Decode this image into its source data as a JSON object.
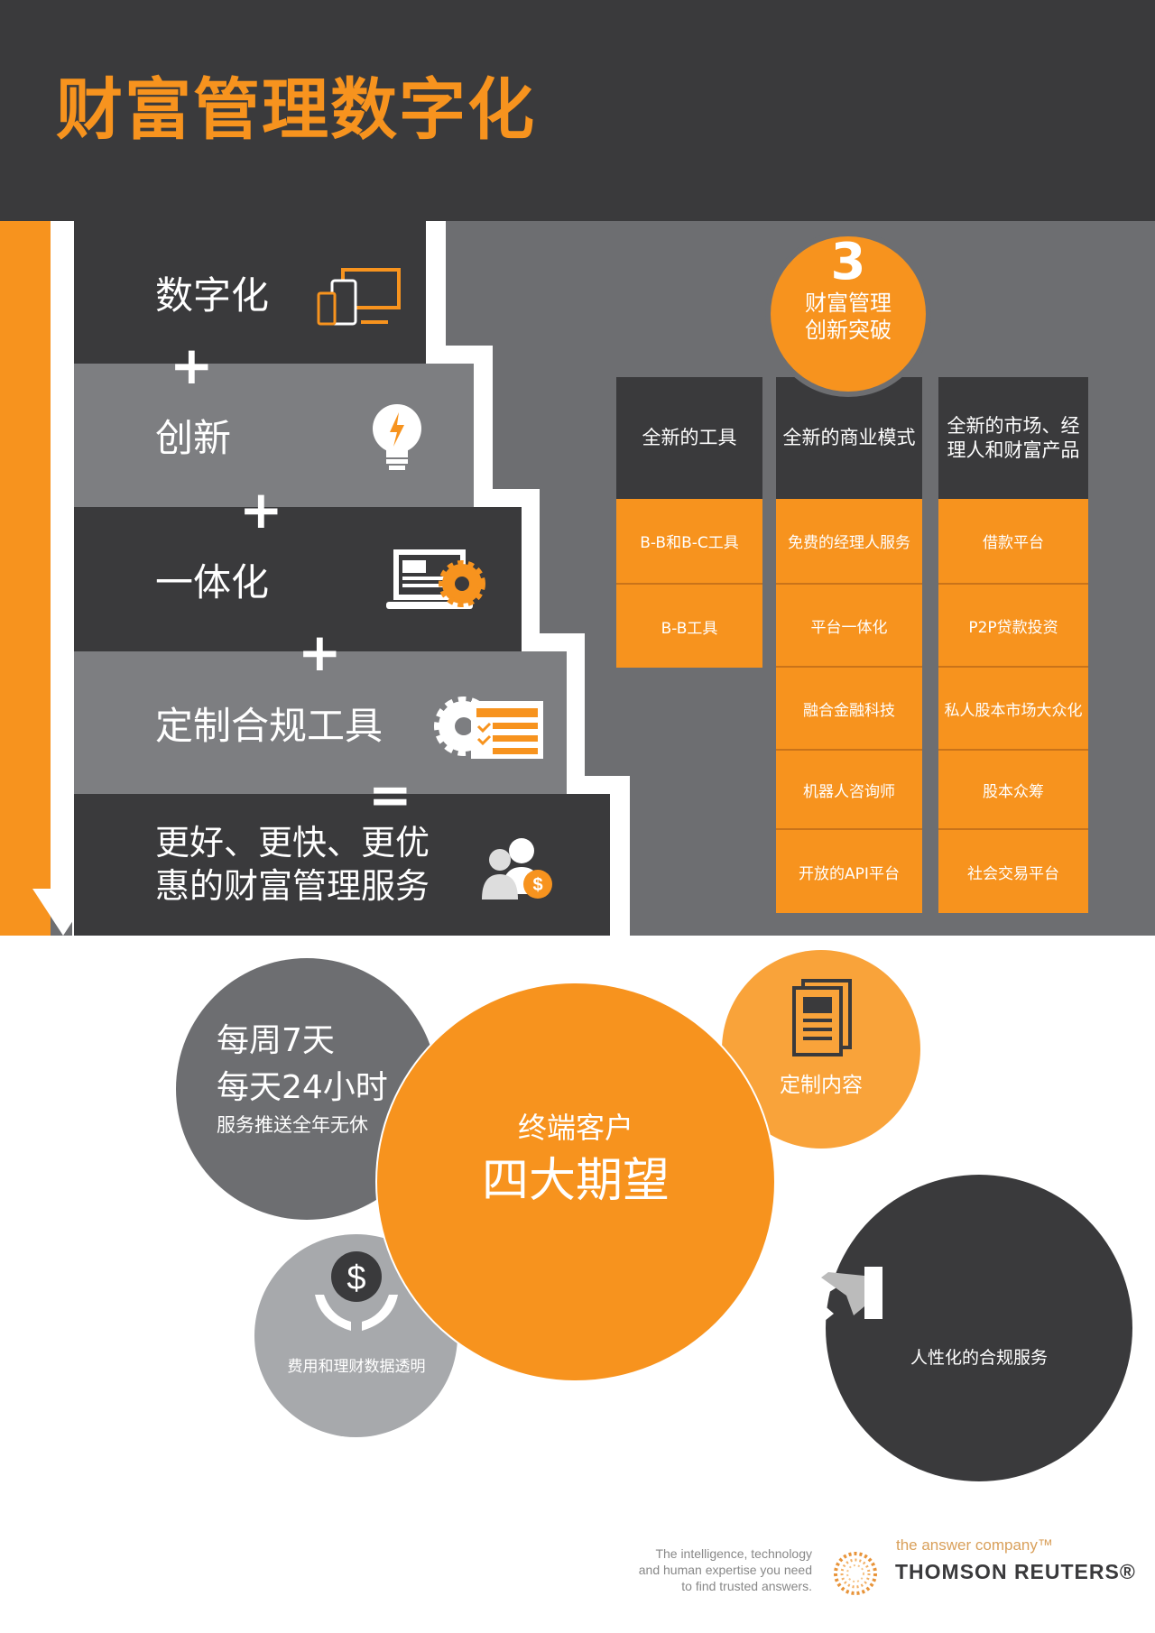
{
  "title": "财富管理数字化",
  "steps": [
    {
      "label": "数字化",
      "icon": "devices-icon"
    },
    {
      "label": "创新",
      "icon": "lightbulb-icon"
    },
    {
      "label": "一体化",
      "icon": "laptop-gear-icon"
    },
    {
      "label": "定制合规工具",
      "icon": "gear-checklist-icon"
    },
    {
      "label_line1": "更好、更快、更优",
      "label_line2": "惠的财富管理服务",
      "icon": "users-dollar-icon"
    }
  ],
  "operators": [
    "+",
    "+",
    "+",
    "="
  ],
  "badge": {
    "number": "3",
    "line1": "财富管理",
    "line2": "创新突破"
  },
  "columns": [
    {
      "header": "全新的工具",
      "items": [
        "B-B和B-C工具",
        "B-B工具"
      ]
    },
    {
      "header": "全新的商业模式",
      "items": [
        "免费的经理人服务",
        "平台一体化",
        "融合金融科技",
        "机器人咨询师",
        "开放的API平台"
      ]
    },
    {
      "header_line1": "全新的市场、经",
      "header_line2": "理人和财富产品",
      "items": [
        "借款平台",
        "P2P贷款投资",
        "私人股本市场大众化",
        "股本众筹",
        "社会交易平台"
      ]
    }
  ],
  "center": {
    "line1": "终端客户",
    "line2": "四大期望"
  },
  "expectations": {
    "always_on": {
      "line1": "每周7天",
      "line2": "每天24小时",
      "line3": "服务推送全年无休"
    },
    "custom": "定制内容",
    "transparent": "费用和理财数据透明",
    "compliance": "人性化的合规服务"
  },
  "footer": {
    "tagline1": "The intelligence, technology",
    "tagline2": "and human expertise you need",
    "tagline3": "to find trusted answers.",
    "slogan": "the answer company™",
    "brand": "THOMSON REUTERS®"
  },
  "colors": {
    "orange": "#f7931e",
    "dark": "#3a3a3c",
    "grey": "#6d6e71"
  }
}
